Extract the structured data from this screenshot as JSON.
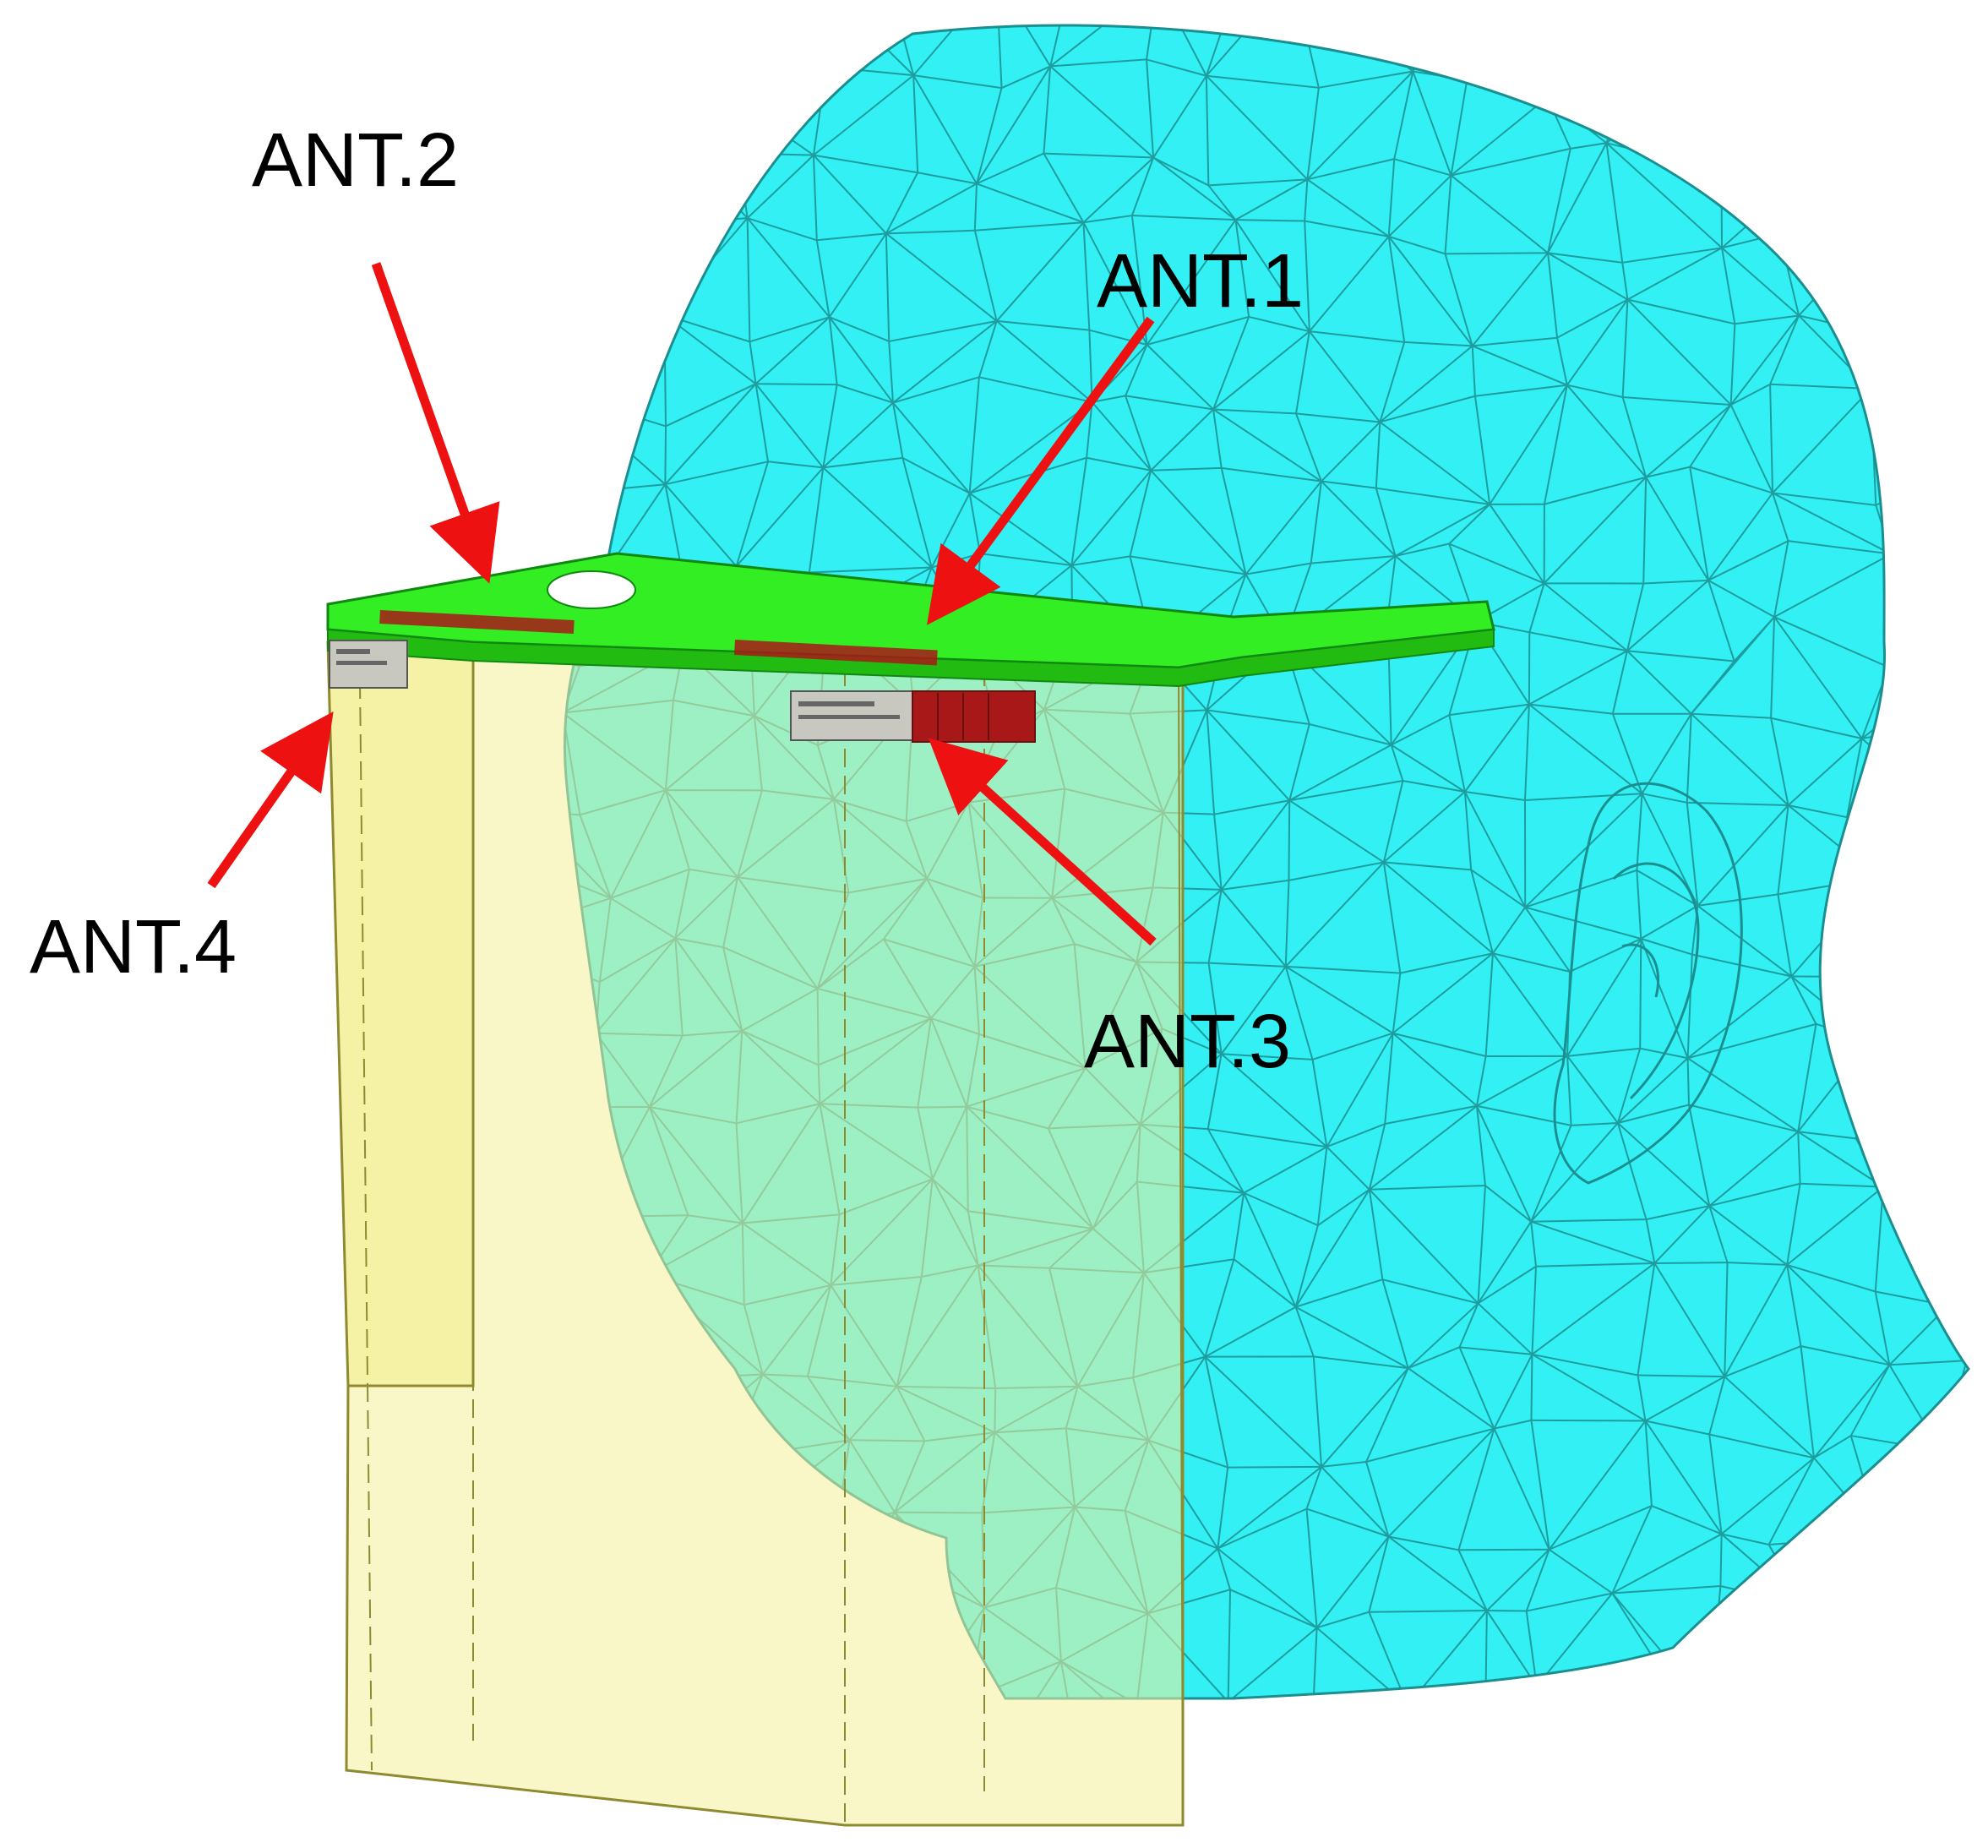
{
  "labels": {
    "ant1": "ANT.1",
    "ant2": "ANT.2",
    "ant3": "ANT.3",
    "ant4": "ANT.4"
  },
  "colors": {
    "head_fill": "#33f0f5",
    "mesh_line": "#1b8f8f",
    "shield_fill": "#f4f09a",
    "band_fill": "#33ee22",
    "arrow": "#ee1111",
    "antenna_red": "#a81818",
    "antenna_gray": "#c8c8c0"
  }
}
